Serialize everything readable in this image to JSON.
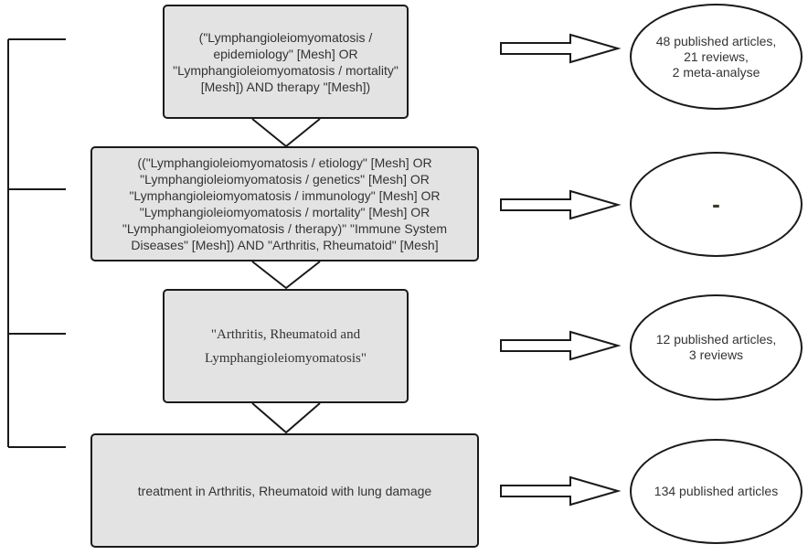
{
  "boxes": [
    {
      "text": "(\"Lymphangioleiomyomatosis /\nepidemiology\" [Mesh] OR\n\"Lymphangioleiomyomatosis / mortality\"\n[Mesh]) AND therapy \"[Mesh])"
    },
    {
      "text": "((\"Lymphangioleiomyomatosis / etiology\" [Mesh] OR\n\"Lymphangioleiomyomatosis / genetics\" [Mesh] OR\n\"Lymphangioleiomyomatosis / immunology\" [Mesh] OR\n\"Lymphangioleiomyomatosis / mortality\" [Mesh] OR\n\"Lymphangioleiomyomatosis / therapy)\" \"Immune System\nDiseases\" [Mesh]) AND \"Arthritis, Rheumatoid\" [Mesh]"
    },
    {
      "text": "\"Arthritis, Rheumatoid and\nLymphangioleiomyomatosis\""
    },
    {
      "text": "treatment in Arthritis, Rheumatoid with lung damage"
    }
  ],
  "results": [
    {
      "text": "48 published articles,\n21 reviews,\n2 meta-analyse"
    },
    {
      "text": "-"
    },
    {
      "text": "12 published articles,\n3 reviews"
    },
    {
      "text": "134 published articles"
    }
  ]
}
